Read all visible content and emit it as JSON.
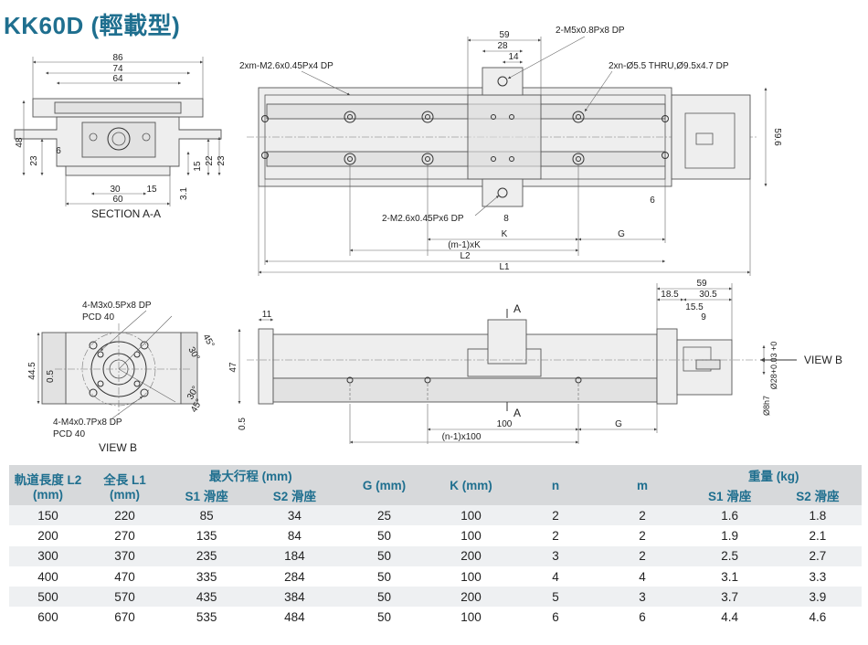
{
  "title": "KK60D (輕載型)",
  "section_view": {
    "caption": "SECTION A-A",
    "dims": {
      "w86": "86",
      "w74": "74",
      "w64": "64",
      "h48": "48",
      "d6": "6",
      "d23": "23",
      "d15": "15",
      "d22": "22",
      "d23b": "23",
      "d31": "3.1",
      "d30": "30",
      "d15b": "15",
      "d60": "60"
    }
  },
  "top_view": {
    "callouts": {
      "tap_m26_4": "2xm-M2.6x0.45Px4 DP",
      "tap_m5": "2-M5x0.8Px8 DP",
      "thru_hole": "2xn-Ø5.5 THRU,Ø9.5x4.7 DP",
      "tap_m26_6": "2-M2.6x0.45Px6 DP"
    },
    "dims": {
      "d59": "59",
      "d28": "28",
      "d14": "14",
      "d8": "8",
      "d6": "6",
      "d596": "59.6",
      "K": "K",
      "G": "G",
      "mK": "(m-1)xK",
      "L2": "L2",
      "L1": "L1"
    }
  },
  "view_b": {
    "caption": "VIEW B",
    "callouts": {
      "tap_m3": "4-M3x0.5Px8 DP",
      "pcd_top": "PCD 40",
      "tap_m4": "4-M4x0.7Px8 DP",
      "pcd_bottom": "PCD 40"
    },
    "dims": {
      "d445": "44.5",
      "d05": "0.5",
      "ang45a": "45°",
      "ang30a": "30°",
      "ang30b": "30°",
      "ang45b": "45°"
    }
  },
  "side_view": {
    "section_mark_a": "A",
    "section_mark_b": "A",
    "view_label": "VIEW B",
    "dims": {
      "d11": "11",
      "d47": "47",
      "d05": "0.5",
      "d100": "100",
      "G": "G",
      "n100": "(n-1)x100",
      "d59": "59",
      "d185": "18.5",
      "d305": "30.5",
      "d155": "15.5",
      "d9": "9",
      "d28tol": "Ø28+0.03 +0",
      "d8h7": "Ø8h7"
    }
  },
  "table": {
    "header_row1": [
      "軌道長度 L2 (mm)",
      "全長 L1 (mm)",
      "最大行程 (mm)",
      "G (mm)",
      "K (mm)",
      "n",
      "m",
      "重量 (kg)"
    ],
    "header_row2": [
      "S1 滑座",
      "S2 滑座",
      "S1 滑座",
      "S2 滑座"
    ],
    "rows": [
      [
        "150",
        "220",
        "85",
        "34",
        "25",
        "100",
        "2",
        "2",
        "1.6",
        "1.8"
      ],
      [
        "200",
        "270",
        "135",
        "84",
        "50",
        "100",
        "2",
        "2",
        "1.9",
        "2.1"
      ],
      [
        "300",
        "370",
        "235",
        "184",
        "50",
        "200",
        "3",
        "2",
        "2.5",
        "2.7"
      ],
      [
        "400",
        "470",
        "335",
        "284",
        "50",
        "100",
        "4",
        "4",
        "3.1",
        "3.3"
      ],
      [
        "500",
        "570",
        "435",
        "384",
        "50",
        "200",
        "5",
        "3",
        "3.7",
        "3.9"
      ],
      [
        "600",
        "670",
        "535",
        "484",
        "50",
        "100",
        "6",
        "6",
        "4.4",
        "4.6"
      ]
    ]
  },
  "colors": {
    "title": "#1f6f8f",
    "header_bg": "#d7d9db",
    "row_alt": "#eef0f2"
  }
}
